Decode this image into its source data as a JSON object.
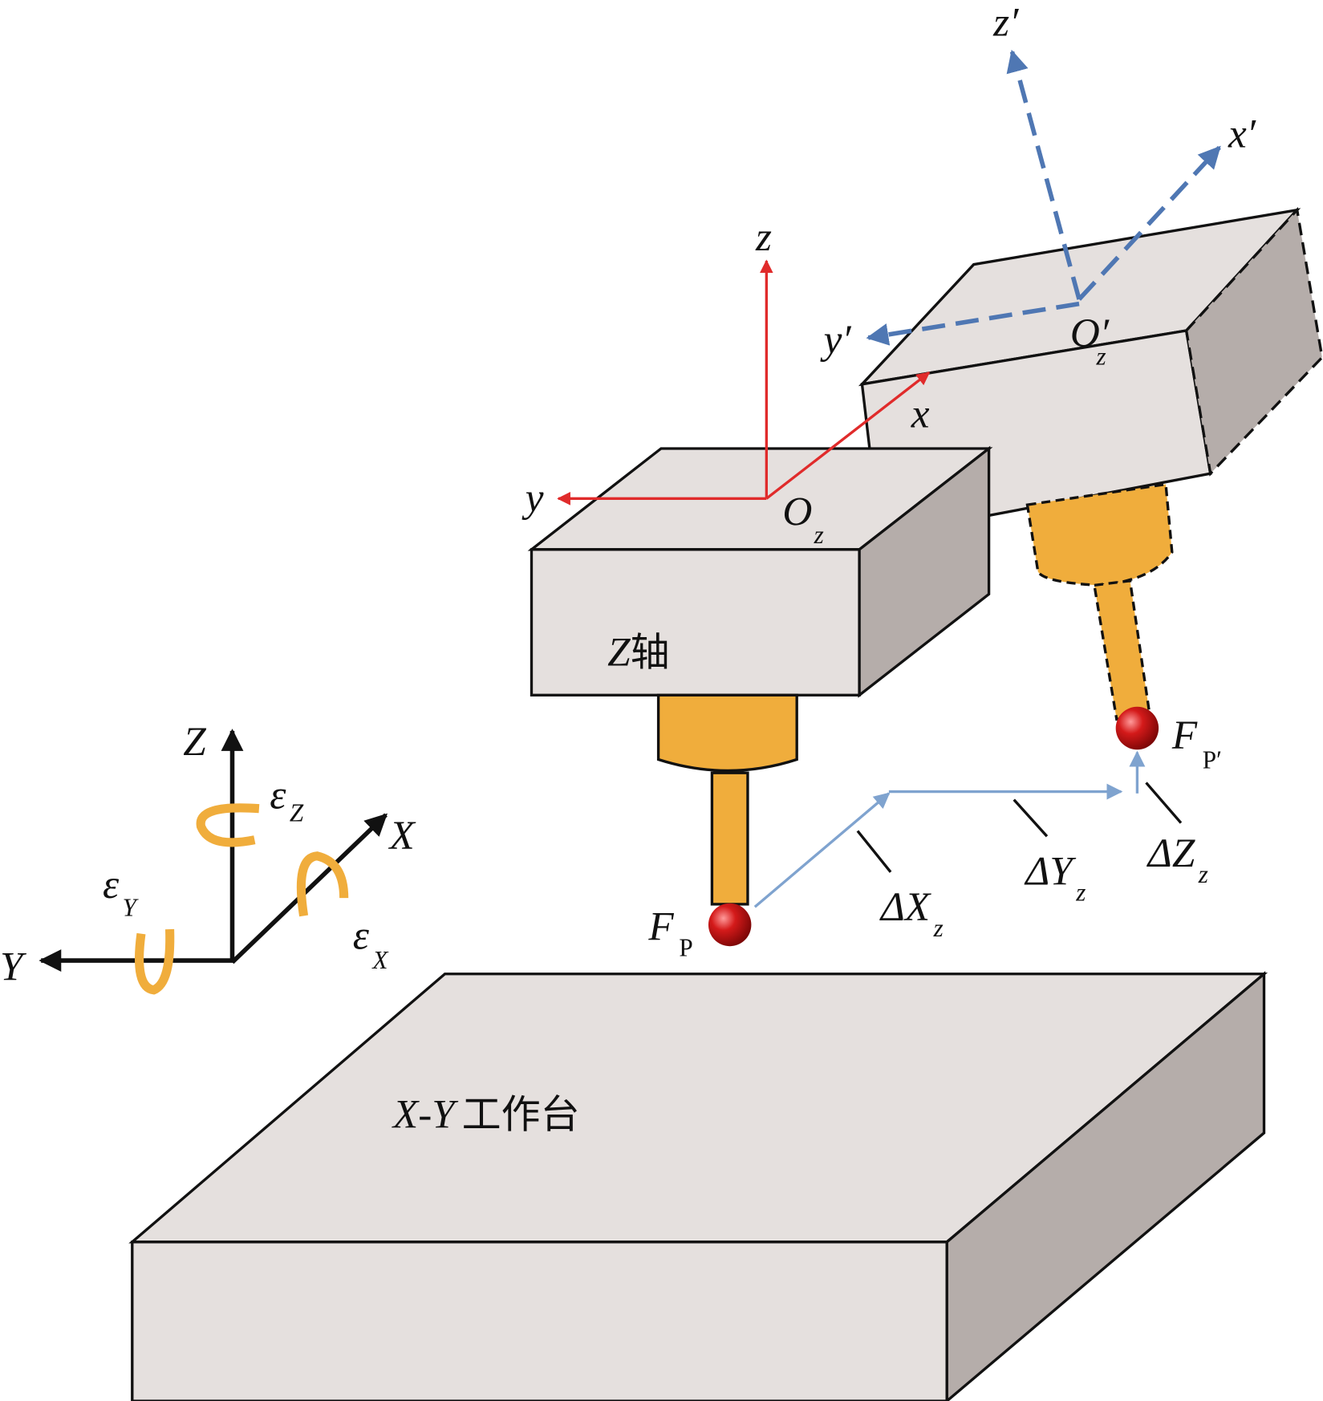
{
  "colors": {
    "face_top": "#e5e0de",
    "face_side": "#b5adaa",
    "probe": "#f0ad3c",
    "ball": "#d41a1a",
    "red_axis": "#e02b2b",
    "blue_axis": "#5b80b8",
    "delta": "#7fa3cf"
  },
  "labels": {
    "table": {
      "latin": "X-Y",
      "cjk": "工作台"
    },
    "z_block": {
      "latin": "Z",
      "cjk": "轴"
    },
    "local_axes": {
      "z": "z",
      "x": "x",
      "y": "y",
      "origin": "O",
      "origin_sub": "z"
    },
    "shifted_axes": {
      "z": "z′",
      "x": "x′",
      "y": "y′",
      "origin": "O′",
      "origin_sub": "z"
    },
    "probe_point": {
      "main": "F",
      "sub": "P"
    },
    "shifted_probe_point": {
      "main": "F",
      "sub": "P′"
    },
    "delta_x": {
      "main": "ΔX",
      "sub": "z"
    },
    "delta_y": {
      "main": "ΔY",
      "sub": "z"
    },
    "delta_z": {
      "main": "ΔZ",
      "sub": "z"
    },
    "global_axes": {
      "Z": "Z",
      "X": "X",
      "Y": "Y"
    },
    "eps_z": {
      "main": "ε",
      "sub": "Z"
    },
    "eps_x": {
      "main": "ε",
      "sub": "X"
    },
    "eps_y": {
      "main": "ε",
      "sub": "Y"
    }
  }
}
